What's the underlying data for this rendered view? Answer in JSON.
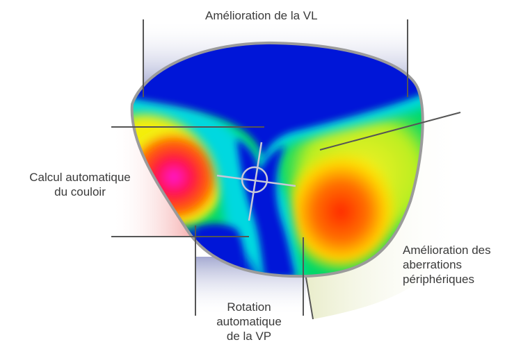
{
  "labels": {
    "top": "Amélioration de la VL",
    "left": [
      "Calcul automatique",
      "du couloir"
    ],
    "bottom": [
      "Rotation",
      "automatique",
      "de la VP"
    ],
    "right": [
      "Amélioration des",
      "aberrations",
      "périphériques"
    ]
  },
  "colors": {
    "text": "#3a3a3a",
    "leader_line": "#555555",
    "lens_outline": "#9b9b9b",
    "crosshair": "#c8c8d8",
    "map_blue": "#0018d8",
    "map_cyan": "#00d8e0",
    "map_green": "#30e048",
    "map_yellow": "#f0f020",
    "map_red": "#ff2a10",
    "map_magenta": "#ff10d0"
  }
}
